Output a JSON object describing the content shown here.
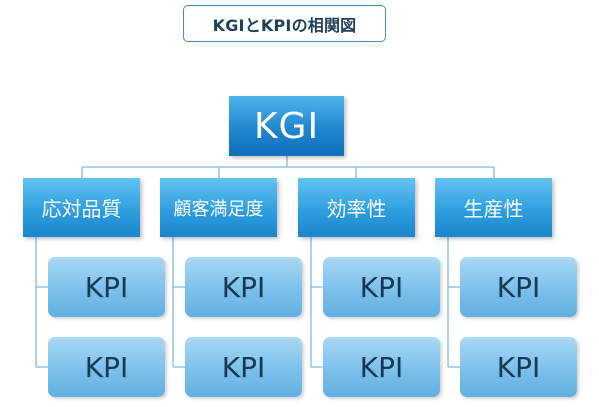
{
  "title": "KGIとKPIの相関図",
  "root": {
    "label": "KGI"
  },
  "branches": [
    {
      "label": "応対品質",
      "kpis": [
        "KPI",
        "KPI"
      ]
    },
    {
      "label": "顧客満足度",
      "kpis": [
        "KPI",
        "KPI"
      ]
    },
    {
      "label": "効率性",
      "kpis": [
        "KPI",
        "KPI"
      ]
    },
    {
      "label": "生産性",
      "kpis": [
        "KPI",
        "KPI"
      ]
    }
  ],
  "colors": {
    "kgi": "#1f86cf",
    "branch": "#2f9ee0",
    "kpi": "#7cc0ea",
    "connector": "#8fc3e3",
    "title_border": "#4a89b4"
  }
}
